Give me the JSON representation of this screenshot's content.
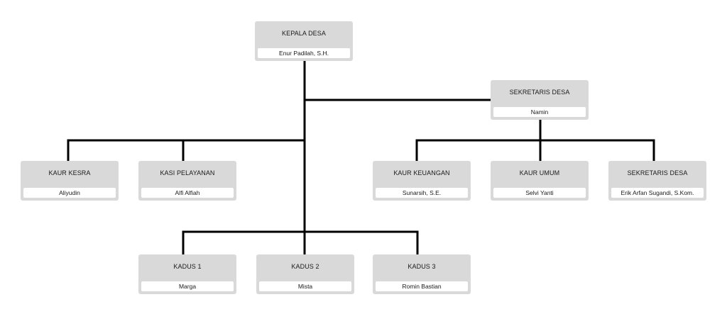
{
  "colors": {
    "box": "#d9d9d9",
    "name_box": "#ffffff",
    "connector": "#000000",
    "background": "#ffffff"
  },
  "nodes": {
    "kepala_desa": {
      "title": "KEPALA DESA",
      "name": "Enur Padilah, S.H."
    },
    "sekretaris_desa": {
      "title": "SEKRETARIS DESA",
      "name": "Namin"
    },
    "kaur_kesra": {
      "title": "KAUR KESRA",
      "name": "Aliyudin"
    },
    "kasi_pelayanan": {
      "title": "KASI PELAYANAN",
      "name": "Alfi Alfiah"
    },
    "kaur_keuangan": {
      "title": "KAUR KEUANGAN",
      "name": "Sunarsih, S.E."
    },
    "kaur_umum": {
      "title": "KAUR UMUM",
      "name": "Selvi Yanti"
    },
    "sekretaris_desa_2": {
      "title": "SEKRETARIS DESA",
      "name": "Erik Arfan Sugandi, S.Kom."
    },
    "kadus_1": {
      "title": "KADUS 1",
      "name": "Marga"
    },
    "kadus_2": {
      "title": "KADUS 2",
      "name": "Mista"
    },
    "kadus_3": {
      "title": "KADUS 3",
      "name": "Romin Bastian"
    }
  }
}
